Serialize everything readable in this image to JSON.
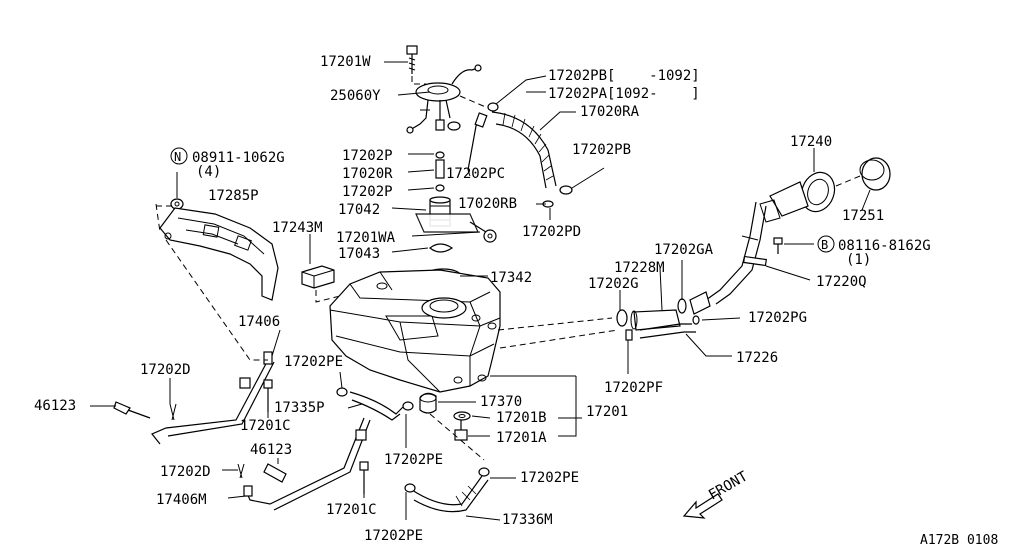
{
  "diagram_id": "A172B 0108",
  "front_label": "FRONT",
  "callouts": {
    "c17201W": "17201W",
    "c25060Y": "25060Y",
    "c17202PB_a": "17202PB[    -1092]",
    "c17202PA": "17202PA[1092-    ]",
    "c17020RA": "17020RA",
    "c08911": "08911-1062G",
    "c08911_qty": "(4)",
    "c17202P_1": "17202P",
    "c17020R": "17020R",
    "c17202PC": "17202PC",
    "c17202P_2": "17202P",
    "c17202PB_b": "17202PB",
    "c17240": "17240",
    "c17285P": "17285P",
    "c17042": "17042",
    "c17020RB": "17020RB",
    "c17251": "17251",
    "c17243M": "17243M",
    "c17201WA": "17201WA",
    "c17202PD": "17202PD",
    "c08116": "08116-8162G",
    "c08116_qty": "(1)",
    "c17043": "17043",
    "c17202GA": "17202GA",
    "c17342": "17342",
    "c17228M": "17228M",
    "c17220Q": "17220Q",
    "c17202G": "17202G",
    "c17406": "17406",
    "c17202PG": "17202PG",
    "c17202PE_1": "17202PE",
    "c17226": "17226",
    "c17202D_1": "17202D",
    "c17202PF": "17202PF",
    "c46123_1": "46123",
    "c17335P": "17335P",
    "c17370": "17370",
    "c17201B": "17201B",
    "c17201": "17201",
    "c17201C_1": "17201C",
    "c17201A": "17201A",
    "c46123_2": "46123",
    "c17202PE_2": "17202PE",
    "c17202D_2": "17202D",
    "c17202PE_3": "17202PE",
    "c17406M": "17406M",
    "c17201C_2": "17201C",
    "c17336M": "17336M",
    "c17202PE_4": "17202PE"
  },
  "circle_marks": {
    "n": "N",
    "b": "B"
  }
}
